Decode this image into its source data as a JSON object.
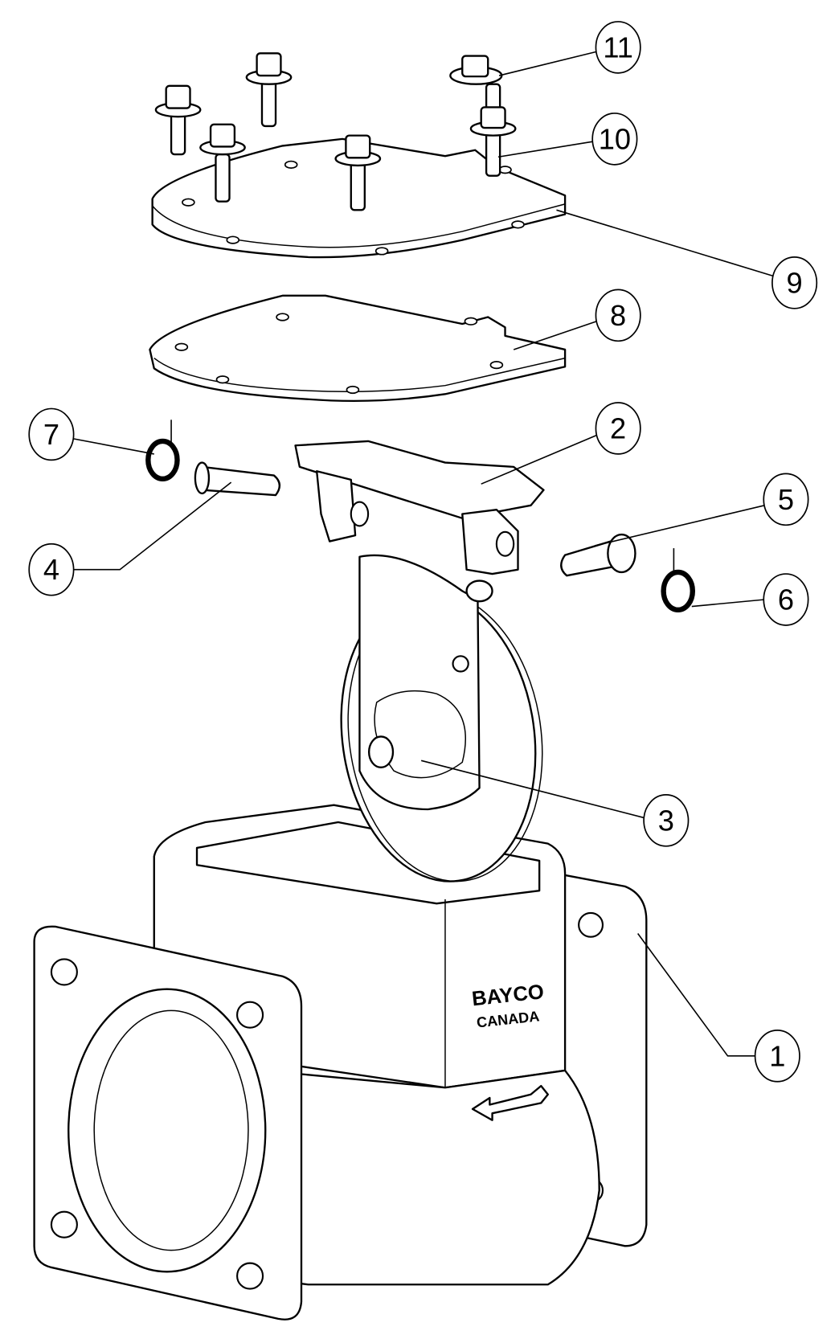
{
  "diagram": {
    "type": "exploded-parts-view",
    "balloons": [
      {
        "number": "1",
        "part": "valve-body"
      },
      {
        "number": "2",
        "part": "gate-holder"
      },
      {
        "number": "3",
        "part": "gate-disc"
      },
      {
        "number": "4",
        "part": "pivot-pin-left"
      },
      {
        "number": "5",
        "part": "pivot-pin-right"
      },
      {
        "number": "6",
        "part": "spring-right"
      },
      {
        "number": "7",
        "part": "spring-left"
      },
      {
        "number": "8",
        "part": "gasket"
      },
      {
        "number": "9",
        "part": "cover-plate"
      },
      {
        "number": "10",
        "part": "bolt"
      },
      {
        "number": "11",
        "part": "washer"
      }
    ],
    "logo": {
      "line1": "BAYCO",
      "line2": "CANADA"
    }
  }
}
